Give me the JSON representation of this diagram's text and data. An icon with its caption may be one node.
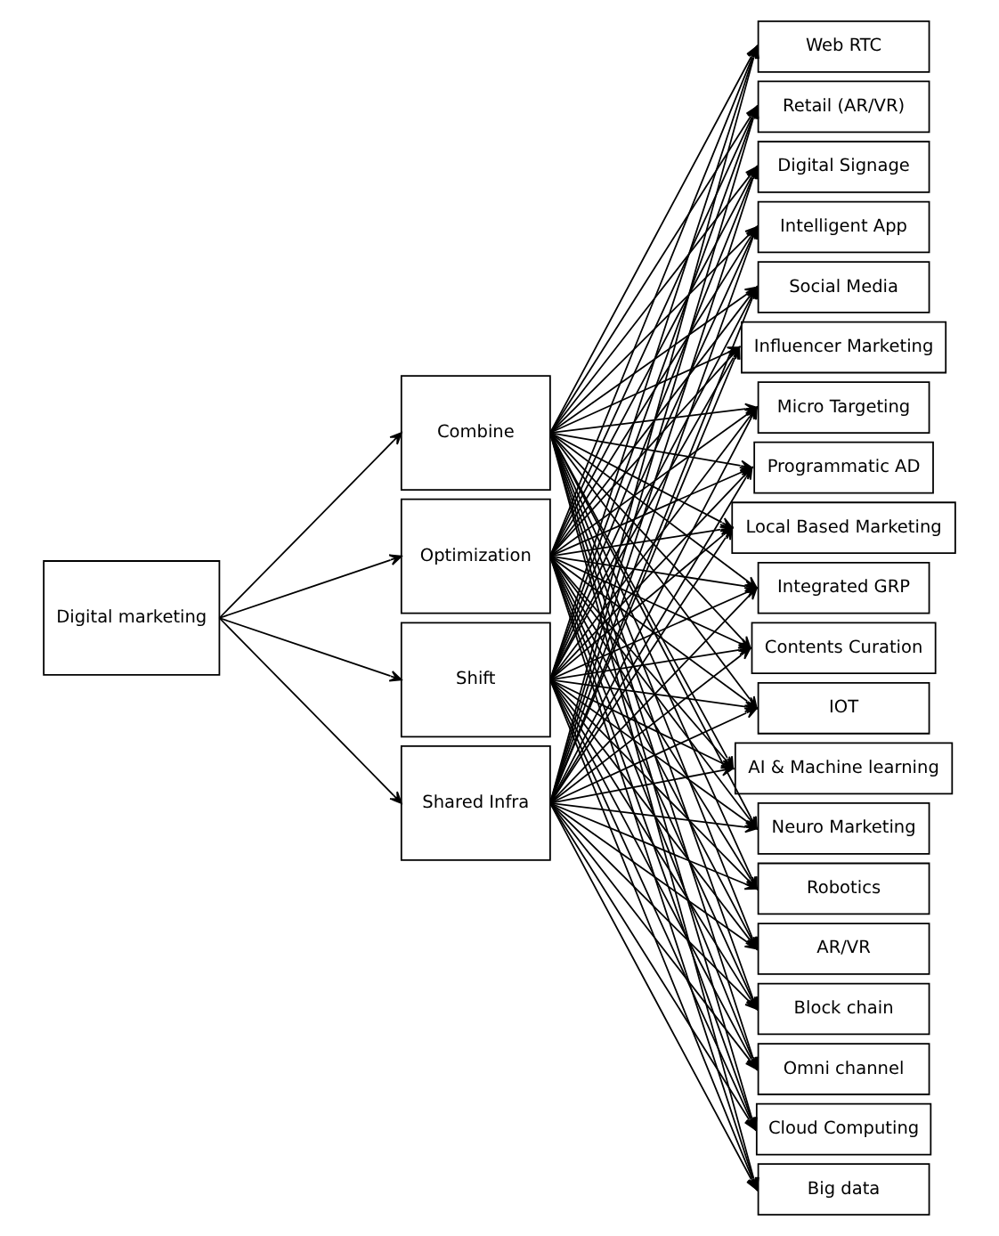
{
  "diagram": {
    "nodes": [
      {
        "text": [
          "Digital marketing"
        ]
      },
      {
        "text": [
          "Combine"
        ]
      },
      {
        "text": [
          "Optimization"
        ]
      },
      {
        "text": [
          "Shift"
        ]
      },
      {
        "text": [
          "Shared Infra"
        ]
      },
      {
        "text": [
          "Web RTC"
        ]
      },
      {
        "text": [
          "Retail (AR/VR)"
        ]
      },
      {
        "text": [
          "Digital Signage"
        ]
      },
      {
        "text": [
          "Intelligent App"
        ]
      },
      {
        "text": [
          "Social Media"
        ]
      },
      {
        "text": [
          "Influencer Marketing"
        ]
      },
      {
        "text": [
          "Micro Targeting"
        ]
      },
      {
        "text": [
          "Programmatic AD"
        ]
      },
      {
        "text": [
          "Local Based Marketing"
        ]
      },
      {
        "text": [
          "Integrated GRP"
        ]
      },
      {
        "text": [
          "Contents Curation"
        ]
      },
      {
        "text": [
          "IOT"
        ]
      },
      {
        "text": [
          "AI & Machine learning"
        ]
      },
      {
        "text": [
          "Neuro Marketing"
        ]
      },
      {
        "text": [
          "Robotics"
        ]
      },
      {
        "text": [
          "AR/VR"
        ]
      },
      {
        "text": [
          "Block chain"
        ]
      },
      {
        "text": [
          "Omni channel"
        ]
      },
      {
        "text": [
          "Cloud Computing"
        ]
      },
      {
        "text": [
          "Big data"
        ]
      }
    ],
    "edges": [
      {
        "from": 0,
        "to": 1,
        "arrow": "to"
      },
      {
        "from": 0,
        "to": 2,
        "arrow": "to"
      },
      {
        "from": 0,
        "to": 3,
        "arrow": "to"
      },
      {
        "from": 0,
        "to": 4,
        "arrow": "to"
      },
      {
        "from": 1,
        "to": 5,
        "arrow": "to"
      },
      {
        "from": 1,
        "to": 6,
        "arrow": "to"
      },
      {
        "from": 1,
        "to": 7,
        "arrow": "to"
      },
      {
        "from": 1,
        "to": 8,
        "arrow": "to"
      },
      {
        "from": 1,
        "to": 9,
        "arrow": "to"
      },
      {
        "from": 1,
        "to": 10,
        "arrow": "to"
      },
      {
        "from": 1,
        "to": 11,
        "arrow": "to"
      },
      {
        "from": 1,
        "to": 12,
        "arrow": "to"
      },
      {
        "from": 1,
        "to": 13,
        "arrow": "to"
      },
      {
        "from": 1,
        "to": 14,
        "arrow": "to"
      },
      {
        "from": 1,
        "to": 15,
        "arrow": "to"
      },
      {
        "from": 1,
        "to": 16,
        "arrow": "to"
      },
      {
        "from": 1,
        "to": 17,
        "arrow": "to"
      },
      {
        "from": 1,
        "to": 18,
        "arrow": "to"
      },
      {
        "from": 1,
        "to": 19,
        "arrow": "to"
      },
      {
        "from": 1,
        "to": 20,
        "arrow": "to"
      },
      {
        "from": 1,
        "to": 21,
        "arrow": "to"
      },
      {
        "from": 1,
        "to": 22,
        "arrow": "to"
      },
      {
        "from": 1,
        "to": 23,
        "arrow": "to"
      },
      {
        "from": 1,
        "to": 24,
        "arrow": "to"
      },
      {
        "from": 2,
        "to": 5,
        "arrow": "to"
      },
      {
        "from": 2,
        "to": 6,
        "arrow": "to"
      },
      {
        "from": 2,
        "to": 7,
        "arrow": "to"
      },
      {
        "from": 2,
        "to": 8,
        "arrow": "to"
      },
      {
        "from": 2,
        "to": 9,
        "arrow": "to"
      },
      {
        "from": 2,
        "to": 10,
        "arrow": "to"
      },
      {
        "from": 2,
        "to": 11,
        "arrow": "to"
      },
      {
        "from": 2,
        "to": 12,
        "arrow": "to"
      },
      {
        "from": 2,
        "to": 13,
        "arrow": "to"
      },
      {
        "from": 2,
        "to": 14,
        "arrow": "to"
      },
      {
        "from": 2,
        "to": 15,
        "arrow": "to"
      },
      {
        "from": 2,
        "to": 16,
        "arrow": "to"
      },
      {
        "from": 2,
        "to": 17,
        "arrow": "to"
      },
      {
        "from": 2,
        "to": 18,
        "arrow": "to"
      },
      {
        "from": 2,
        "to": 19,
        "arrow": "to"
      },
      {
        "from": 2,
        "to": 20,
        "arrow": "to"
      },
      {
        "from": 2,
        "to": 21,
        "arrow": "to"
      },
      {
        "from": 2,
        "to": 22,
        "arrow": "to"
      },
      {
        "from": 2,
        "to": 23,
        "arrow": "to"
      },
      {
        "from": 2,
        "to": 24,
        "arrow": "to"
      },
      {
        "from": 3,
        "to": 5,
        "arrow": "to"
      },
      {
        "from": 3,
        "to": 6,
        "arrow": "to"
      },
      {
        "from": 3,
        "to": 7,
        "arrow": "to"
      },
      {
        "from": 3,
        "to": 8,
        "arrow": "to"
      },
      {
        "from": 3,
        "to": 9,
        "arrow": "to"
      },
      {
        "from": 3,
        "to": 10,
        "arrow": "to"
      },
      {
        "from": 3,
        "to": 11,
        "arrow": "to"
      },
      {
        "from": 3,
        "to": 12,
        "arrow": "to"
      },
      {
        "from": 3,
        "to": 13,
        "arrow": "to"
      },
      {
        "from": 3,
        "to": 14,
        "arrow": "to"
      },
      {
        "from": 3,
        "to": 15,
        "arrow": "to"
      },
      {
        "from": 3,
        "to": 16,
        "arrow": "to"
      },
      {
        "from": 3,
        "to": 17,
        "arrow": "to"
      },
      {
        "from": 3,
        "to": 18,
        "arrow": "to"
      },
      {
        "from": 3,
        "to": 19,
        "arrow": "to"
      },
      {
        "from": 3,
        "to": 20,
        "arrow": "to"
      },
      {
        "from": 3,
        "to": 21,
        "arrow": "to"
      },
      {
        "from": 3,
        "to": 22,
        "arrow": "to"
      },
      {
        "from": 3,
        "to": 23,
        "arrow": "to"
      },
      {
        "from": 3,
        "to": 24,
        "arrow": "to"
      },
      {
        "from": 4,
        "to": 5,
        "arrow": "to"
      },
      {
        "from": 4,
        "to": 6,
        "arrow": "to"
      },
      {
        "from": 4,
        "to": 7,
        "arrow": "to"
      },
      {
        "from": 4,
        "to": 8,
        "arrow": "to"
      },
      {
        "from": 4,
        "to": 9,
        "arrow": "to"
      },
      {
        "from": 4,
        "to": 10,
        "arrow": "to"
      },
      {
        "from": 4,
        "to": 11,
        "arrow": "to"
      },
      {
        "from": 4,
        "to": 12,
        "arrow": "to"
      },
      {
        "from": 4,
        "to": 13,
        "arrow": "to"
      },
      {
        "from": 4,
        "to": 14,
        "arrow": "to"
      },
      {
        "from": 4,
        "to": 15,
        "arrow": "to"
      },
      {
        "from": 4,
        "to": 16,
        "arrow": "to"
      },
      {
        "from": 4,
        "to": 17,
        "arrow": "to"
      },
      {
        "from": 4,
        "to": 18,
        "arrow": "to"
      },
      {
        "from": 4,
        "to": 19,
        "arrow": "to"
      },
      {
        "from": 4,
        "to": 20,
        "arrow": "to"
      },
      {
        "from": 4,
        "to": 21,
        "arrow": "to"
      },
      {
        "from": 4,
        "to": 22,
        "arrow": "to"
      },
      {
        "from": 4,
        "to": 23,
        "arrow": "to"
      },
      {
        "from": 4,
        "to": 24,
        "arrow": "to"
      }
    ]
  }
}
